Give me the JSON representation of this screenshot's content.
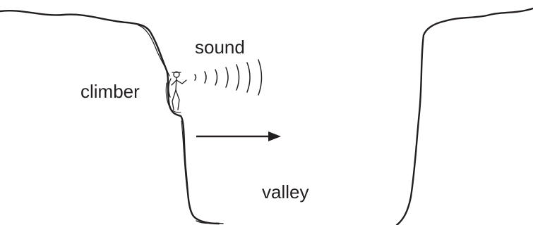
{
  "labels": {
    "sound": "sound",
    "climber": "climber",
    "valley": "valley"
  },
  "colors": {
    "line": "#231f20",
    "background": "#ffffff"
  },
  "icons": {
    "climber_figure": "climber-figure-icon",
    "sound_waves": "sound-waves-icon",
    "direction_arrow": "arrow-right-icon"
  }
}
